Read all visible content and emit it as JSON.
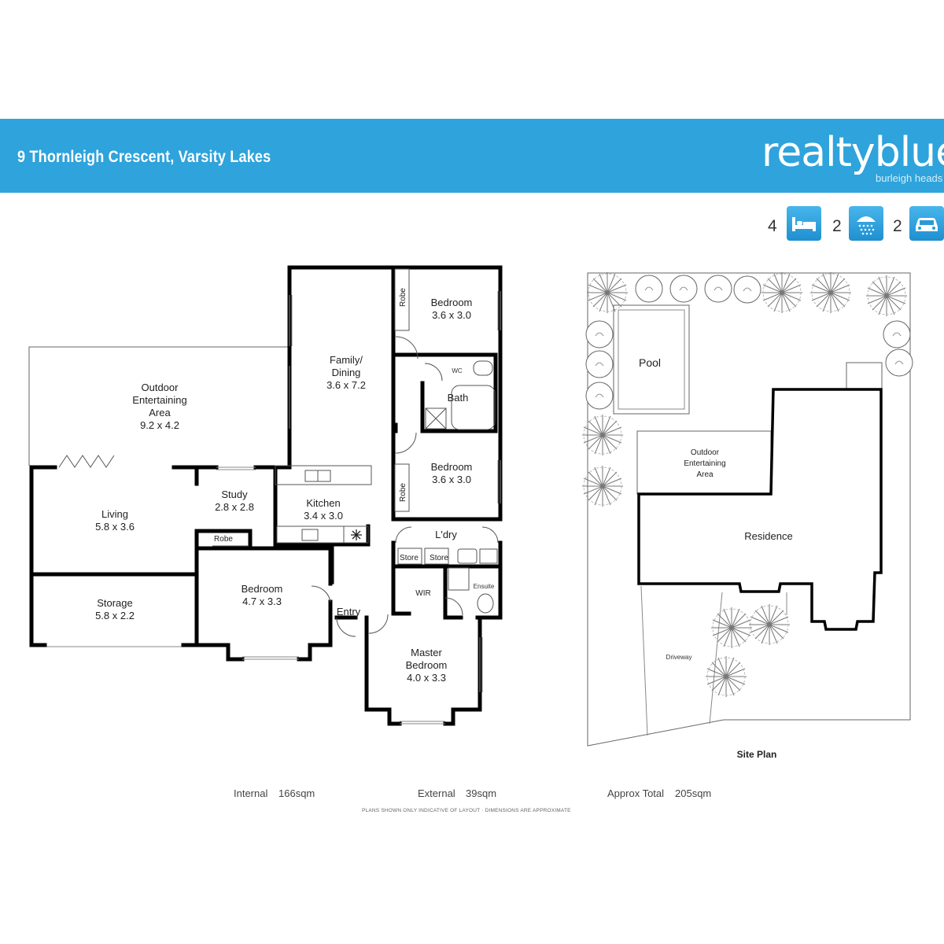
{
  "header": {
    "address": "9 Thornleigh Crescent, Varsity Lakes",
    "brand_name": "realtyblue",
    "brand_sub": "burleigh heads",
    "accent_color": "#2ea3dc"
  },
  "features": [
    {
      "count": "4",
      "icon": "bed-icon"
    },
    {
      "count": "2",
      "icon": "shower-icon"
    },
    {
      "count": "2",
      "icon": "car-icon"
    }
  ],
  "floor_plan": {
    "outdoor": {
      "line1": "Outdoor",
      "line2": "Entertaining",
      "line3": "Area",
      "size": "9.2 x 4.2"
    },
    "family": {
      "line1": "Family/",
      "line2": "Dining",
      "size": "3.6 x 7.2"
    },
    "bedroom_top": {
      "name": "Bedroom",
      "size": "3.6 x 3.0"
    },
    "robe_top": "Robe",
    "wc": "WC",
    "bath": "Bath",
    "bedroom_mid": {
      "name": "Bedroom",
      "size": "3.6 x 3.0"
    },
    "robe_mid": "Robe",
    "living": {
      "name": "Living",
      "size": "5.8 x 3.6"
    },
    "study": {
      "name": "Study",
      "size": "2.8 x 2.8"
    },
    "kitchen": {
      "name": "Kitchen",
      "size": "3.4 x 3.0"
    },
    "laundry": "L'dry",
    "store1": "Store",
    "store2": "Store",
    "robe_bed": "Robe",
    "storage": {
      "name": "Storage",
      "size": "5.8 x 2.2"
    },
    "bedroom_low": {
      "name": "Bedroom",
      "size": "4.7 x 3.3"
    },
    "entry": "Entry",
    "wir": "WIR",
    "ensuite": "Ensuite",
    "master": {
      "line1": "Master",
      "line2": "Bedroom",
      "size": "4.0 x 3.3"
    }
  },
  "site_plan": {
    "title": "Site Plan",
    "pool": "Pool",
    "outdoor_line1": "Outdoor",
    "outdoor_line2": "Entertaining",
    "outdoor_line3": "Area",
    "residence": "Residence",
    "driveway": "Driveway"
  },
  "footer": {
    "internal_label": "Internal",
    "internal_value": "166sqm",
    "external_label": "External",
    "external_value": "39sqm",
    "total_label": "Approx Total",
    "total_value": "205sqm",
    "disclaimer": "PLANS SHOWN ONLY INDICATIVE OF LAYOUT · DIMENSIONS ARE APPROXIMATE"
  }
}
